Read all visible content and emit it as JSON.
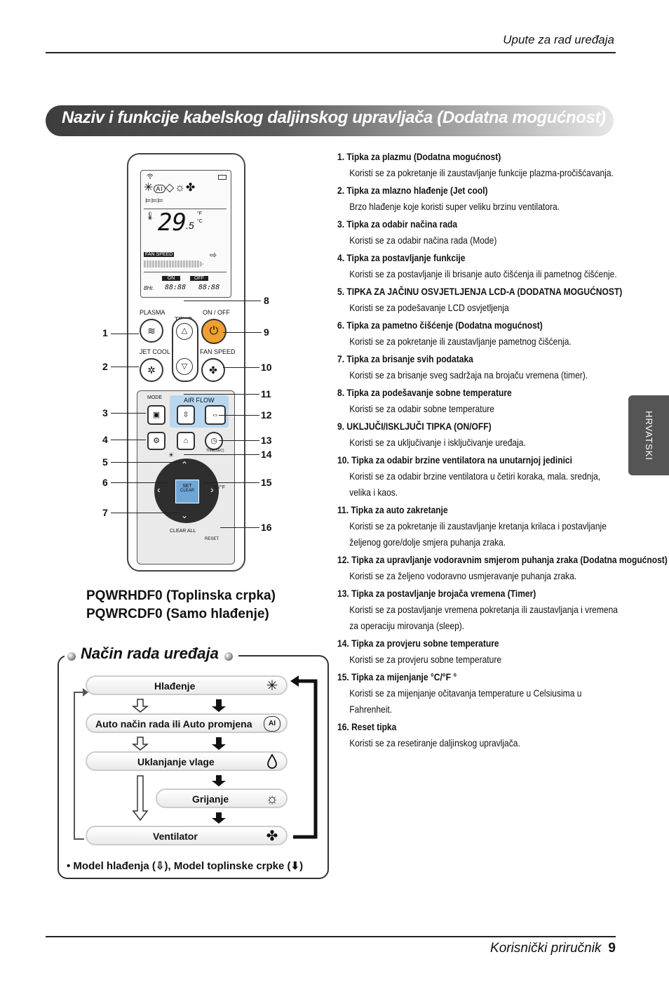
{
  "header": {
    "title": "Upute za rad uređaja"
  },
  "banner": {
    "title": "Naziv i funkcije kabelskog daljinskog upravljača (Dodatna mogućnost)"
  },
  "side_tab": {
    "label": "HRVATSKI"
  },
  "remote": {
    "lcd": {
      "temperature": "29",
      "decimal": ".5",
      "unit_f": "°F",
      "unit_c": "°C",
      "fan_speed_label": "FAN SPEED",
      "on_label": "ON",
      "off_label": "OFF",
      "hr_label": "8Hr.",
      "timer_digits_1": "88:88",
      "timer_digits_2": "88:88"
    },
    "labels": {
      "plasma": "PLASMA",
      "on_off": "ON / OFF",
      "temp": "TEMP",
      "jet_cool": "JET COOL",
      "fan_speed": "FAN SPEED",
      "mode": "MODE",
      "air_flow": "AIR FLOW",
      "timer": "TIME(SEC)",
      "set": "SET",
      "clear": "CLEAR",
      "clear_all": "CLEAR ALL",
      "reset": "RESET",
      "degree": "°C/°F"
    },
    "callouts_left": [
      "1",
      "2",
      "3",
      "4",
      "5",
      "6",
      "7"
    ],
    "callouts_right": [
      "8",
      "9",
      "10",
      "11",
      "12",
      "13",
      "14",
      "15",
      "16"
    ]
  },
  "models": [
    "PQWRHDF0 (Toplinska crpka)",
    "PQWRCDF0 (Samo hlađenje)"
  ],
  "modes": {
    "title": "Način rada uređaja",
    "items": [
      {
        "label": "Hlađenje",
        "icon": "snowflake-icon"
      },
      {
        "label": "Auto način rada ili Auto promjena",
        "icon": "ai-icon"
      },
      {
        "label": "Uklanjanje vlage",
        "icon": "droplet-icon"
      },
      {
        "label": "Grijanje",
        "icon": "sun-icon"
      },
      {
        "label": "Ventilator",
        "icon": "fan-icon"
      }
    ],
    "note": "• Model hlađenja (⇩), Model toplinske crpke (⬇)"
  },
  "functions": [
    {
      "title": "1.  Tipka za plazmu (Dodatna mogućnost)",
      "desc": "Koristi se za pokretanje ili zaustavljanje funkcije plazma-pročišćavanja."
    },
    {
      "title": "2.  Tipka za mlazno hlađenje (Jet cool)",
      "desc": "Brzo hlađenje koje koristi super veliku brzinu ventilatora."
    },
    {
      "title": "3.  Tipka za odabir načina rada",
      "desc": "Koristi se za odabir načina rada (Mode)"
    },
    {
      "title": "4.  Tipka za postavljanje funkcije",
      "desc": "Koristi se za postavljanje ili brisanje auto čišćenja ili pametnog čišćenje."
    },
    {
      "title": "5.  TIPKA ZA JAČINU OSVJETLJENJA LCD-A (DODATNA MOGUĆNOST)",
      "desc": "Koristi se za podešavanje LCD osvjetljenja"
    },
    {
      "title": "6.  Tipka za pametno čišćenje (Dodatna mogućnost)",
      "desc": "Koristi se za pokretanje ili zaustavljanje pametnog čišćenja."
    },
    {
      "title": "7.  Tipka za brisanje svih podataka",
      "desc": "Koristi se za brisanje sveg sadržaja na brojaču vremena (timer)."
    },
    {
      "title": "8.  Tipka za podešavanje sobne temperature",
      "desc": "Koristi se za odabir sobne temperature"
    },
    {
      "title": "9.  UKLJUČI/ISKLJUČI TIPKA (ON/OFF)",
      "desc": "Koristi se za uključivanje i isključivanje uređaja."
    },
    {
      "title": "10. Tipka za odabir brzine ventilatora na unutarnjoj jedinici",
      "desc": "Koristi se za odabir brzine ventilatora u četiri koraka, mala. srednja, velika i kaos."
    },
    {
      "title": "11. Tipka za auto zakretanje",
      "desc": "Koristi se za pokretanje ili zaustavljanje kretanja krilaca i postavljanje željenog gore/dolje smjera puhanja zraka."
    },
    {
      "title": "12. Tipka za upravljanje vodoravnim smjerom puhanja zraka (Dodatna mogućnost)",
      "desc": "Koristi se za željeno vodoravno usmjeravanje puhanja zraka."
    },
    {
      "title": "13. Tipka za postavljanje brojača vremena (Timer)",
      "desc": "Koristi se za postavljanje vremena pokretanja ili zaustavljanja i vremena za operaciju mirovanja (sleep)."
    },
    {
      "title": "14. Tipka za provjeru sobne temperature",
      "desc": "Koristi se za provjeru sobne temperature"
    },
    {
      "title": "15. Tipka za mijenjanje °C/°F °",
      "desc": "Koristi se za mijenjanje očitavanja  temperature u Celsiusima u Fahrenheit."
    },
    {
      "title": "16. Reset tipka",
      "desc": "Koristi se za resetiranje daljinskog upravljača."
    }
  ],
  "footer": {
    "text": "Korisnički priručnik",
    "page": "9"
  }
}
